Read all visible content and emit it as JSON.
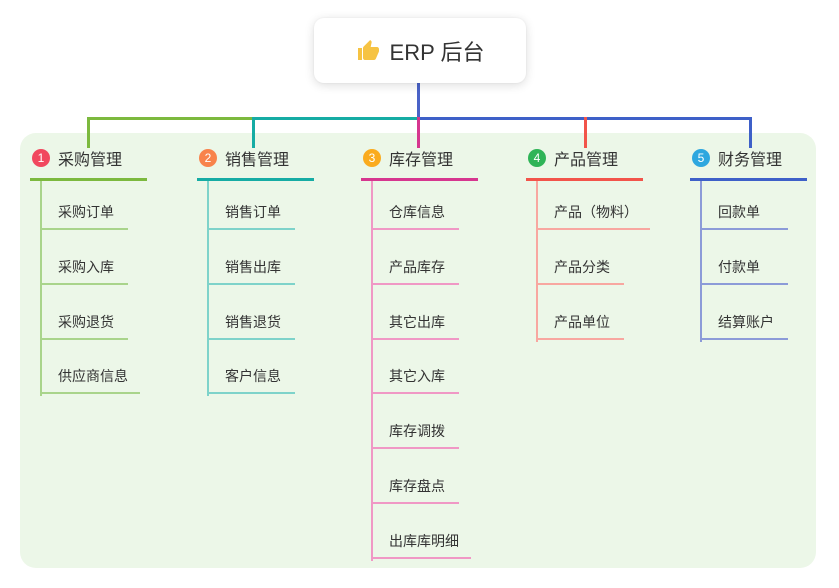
{
  "root": {
    "label": "ERP 后台",
    "icon": "thumbs-up",
    "stem_color": "#4A63C8",
    "card_background": "#ffffff"
  },
  "panel": {
    "background": "#ECF7E8"
  },
  "branches": [
    {
      "badge": "1",
      "badge_color": "#F1485E",
      "line_color": "#7CB93E",
      "child_line_color": "#A9D48B",
      "label": "采购管理",
      "children": [
        "采购订单",
        "采购入库",
        "采购退货",
        "供应商信息"
      ]
    },
    {
      "badge": "2",
      "badge_color": "#F8834B",
      "line_color": "#16ACA4",
      "child_line_color": "#7ED3CA",
      "label": "销售管理",
      "children": [
        "销售订单",
        "销售出库",
        "销售退货",
        "客户信息"
      ]
    },
    {
      "badge": "3",
      "badge_color": "#FAAB1E",
      "line_color": "#D6368F",
      "child_line_color": "#F098C5",
      "label": "库存管理",
      "children": [
        "仓库信息",
        "产品库存",
        "其它出库",
        "其它入库",
        "库存调拨",
        "库存盘点",
        "出库库明细"
      ]
    },
    {
      "badge": "4",
      "badge_color": "#2FB457",
      "line_color": "#F2544A",
      "child_line_color": "#F8A7A0",
      "label": "产品管理",
      "children": [
        "产品（物料）",
        "产品分类",
        "产品单位"
      ]
    },
    {
      "badge": "5",
      "badge_color": "#2EA7DF",
      "line_color": "#3E60C8",
      "child_line_color": "#8C9BD8",
      "label": "财务管理",
      "children": [
        "回款单",
        "付款单",
        "结算账户"
      ]
    }
  ]
}
